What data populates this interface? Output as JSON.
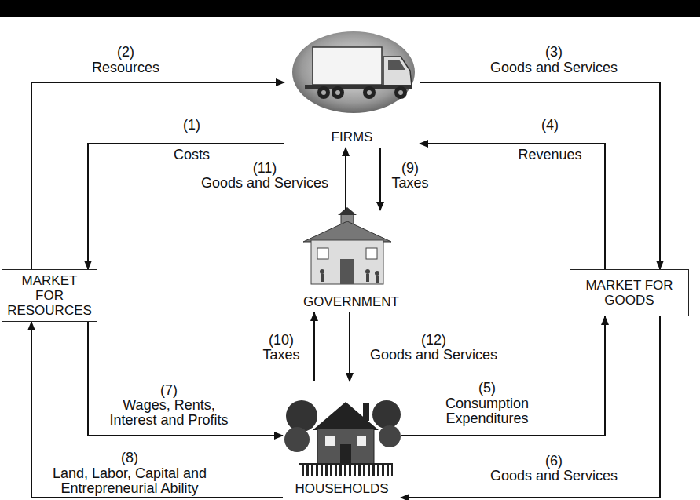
{
  "diagram": {
    "nodes": [
      {
        "text": [
          "FIRMS"
        ]
      },
      {
        "text": [
          "MARKET FOR RESOURCES"
        ]
      },
      {
        "text": [
          "GOVERNMENT"
        ]
      },
      {
        "text": [
          "MARKET FOR GOODS"
        ]
      },
      {
        "text": [
          "HOUSEHOLDS"
        ]
      }
    ],
    "edges": [
      {
        "from": 0,
        "to": 1,
        "arrow": "to",
        "label": "Costs"
      },
      {
        "from": 1,
        "to": 0,
        "arrow": "to",
        "label": "Resources"
      },
      {
        "from": 0,
        "to": 3,
        "arrow": "to",
        "label": "Goods and Services"
      },
      {
        "from": 3,
        "to": 0,
        "arrow": "to",
        "label": "Revenues"
      },
      {
        "from": 4,
        "to": 3,
        "arrow": "to",
        "label": "Consumption Expenditures"
      },
      {
        "from": 3,
        "to": 4,
        "arrow": "to",
        "label": "Goods and Services"
      },
      {
        "from": 1,
        "to": 4,
        "arrow": "to",
        "label": "Wages, Rents, Interest and Profits"
      },
      {
        "from": 4,
        "to": 1,
        "arrow": "to",
        "label": "Land, Labor, Capital and Entrepreneurial Ability"
      },
      {
        "from": 0,
        "to": 2,
        "arrow": "to",
        "label": "Taxes"
      },
      {
        "from": 4,
        "to": 2,
        "arrow": "to",
        "label": "Taxes"
      },
      {
        "from": 2,
        "to": 0,
        "arrow": "to",
        "label": "Goods and Services"
      },
      {
        "from": 2,
        "to": 4,
        "arrow": "to",
        "label": "Goods and Services"
      }
    ],
    "labels": [
      "(1)",
      "(2)",
      "(3)",
      "(4)",
      "(5)",
      "(6)",
      "(7)",
      "(8)",
      "(9)",
      "(10)",
      "(11)",
      "(12)"
    ]
  }
}
